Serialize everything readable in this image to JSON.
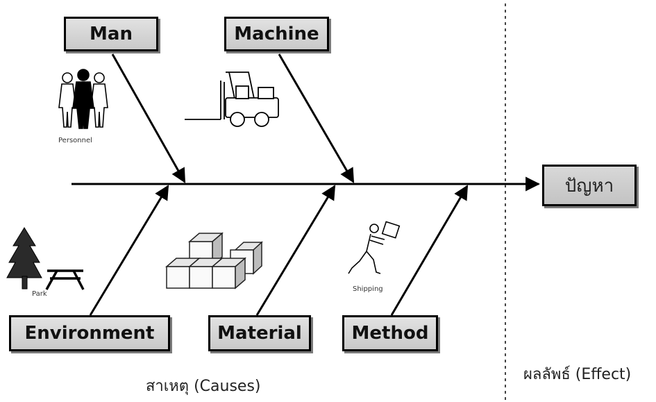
{
  "categories": {
    "man": "Man",
    "machine": "Machine",
    "environment": "Environment",
    "material": "Material",
    "method": "Method"
  },
  "effect": "ปัญหา",
  "icon_labels": {
    "personnel": "Personnel",
    "park": "Park",
    "shipping": "Shipping"
  },
  "section_labels": {
    "causes": "สาเหตุ (Causes)",
    "effect": "ผลลัพธ์ (Effect)"
  },
  "icons": [
    "personnel-icon",
    "forklift-icon",
    "tree-icon",
    "picnic-table-icon",
    "boxes-icon",
    "shipping-person-icon"
  ]
}
